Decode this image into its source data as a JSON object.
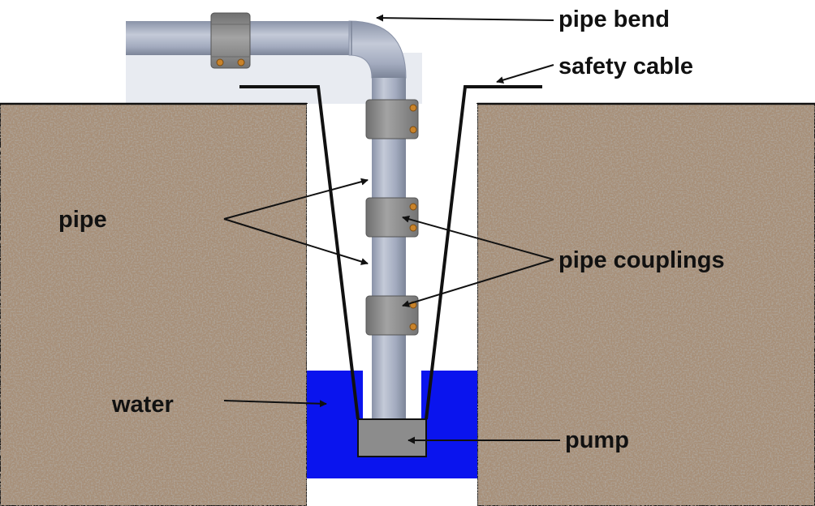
{
  "labels": {
    "pipe_bend": "pipe bend",
    "safety_cable": "safety cable",
    "pipe": "pipe",
    "pipe_couplings": "pipe couplings",
    "water": "water",
    "pump": "pump"
  },
  "colors": {
    "soil": "#a78f78",
    "water": "#0a14ee",
    "pipe": "#a9b1c5",
    "coupling": "#8e8e8e",
    "pump": "#8c8c8c",
    "cable": "#111111",
    "bolt": "#c9832a"
  }
}
